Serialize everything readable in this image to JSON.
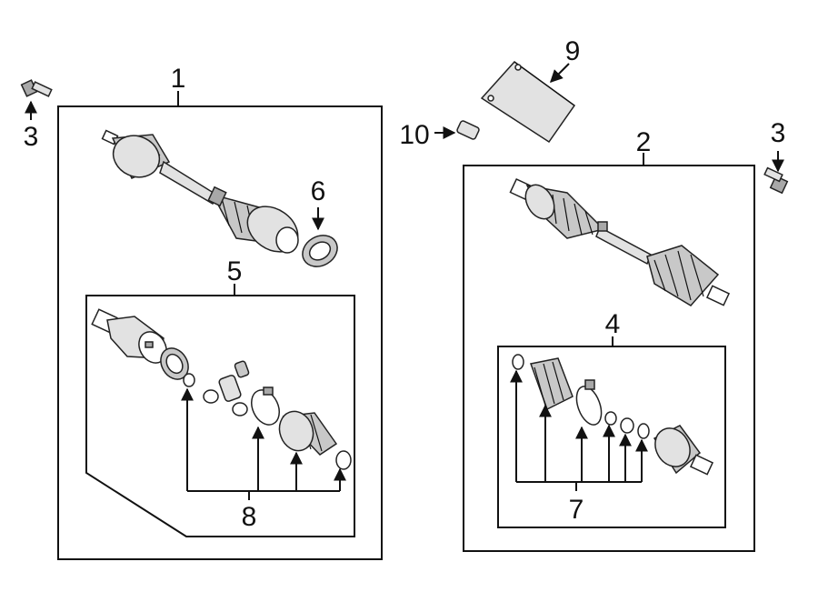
{
  "callouts": {
    "c1": "1",
    "c2": "2",
    "c3_left": "3",
    "c3_right": "3",
    "c4": "4",
    "c5": "5",
    "c6": "6",
    "c7": "7",
    "c8": "8",
    "c9": "9",
    "c10": "10"
  }
}
